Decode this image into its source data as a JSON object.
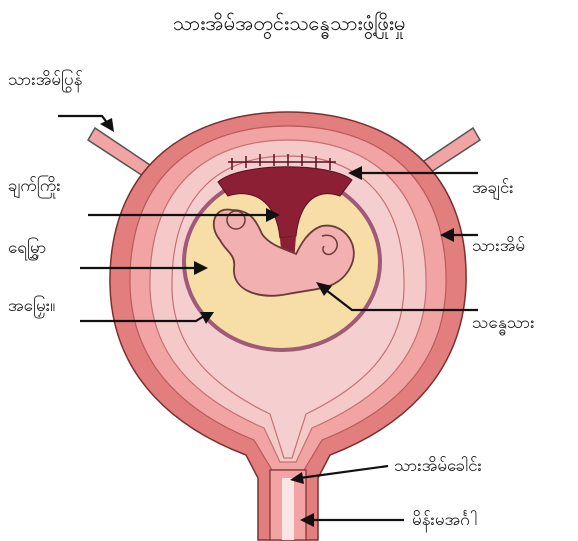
{
  "title": "သားအိမ်အတွင်းသန္ဓေသားဖွံ့ဖြိုးမှု",
  "labels": {
    "fallopian_tube": "သားအိမ်ပြွန်",
    "umbilical_cord": "ချက်ကြိုး",
    "amniotic_fluid": "ရေမြွှာ",
    "membrane": "အမြှေး။",
    "placenta": "အချင်း",
    "uterus": "သားအိမ်",
    "fetus": "သန္ဓေသား",
    "cervix": "သားအိမ်ခေါင်း",
    "vagina": "မိန်းမအင်္ဂါ"
  },
  "colors": {
    "uterus_outer": "#e37e7e",
    "uterus_middle": "#f2a3a3",
    "uterus_inner": "#f6c9c9",
    "cavity": "#f5cfd0",
    "amniotic_sac": "#f6dea6",
    "sac_rim": "#a05a78",
    "placenta": "#8c1f33",
    "fetus": "#f2b0b0"
  }
}
